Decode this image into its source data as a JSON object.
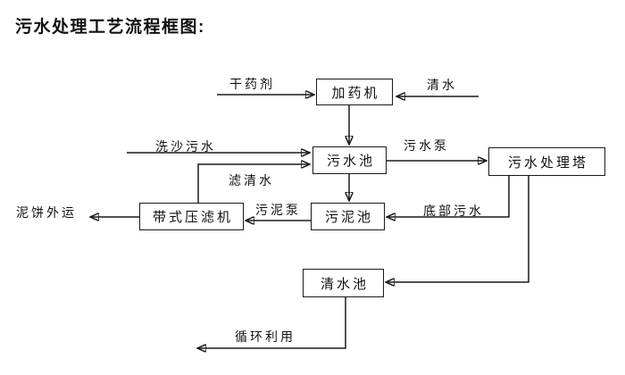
{
  "title": "污水处理工艺流程框图:",
  "nodes": {
    "dosing_machine": "加药机",
    "sewage_pool": "污水池",
    "treatment_tower": "污水处理塔",
    "sludge_pool": "污泥池",
    "belt_filter_press": "带式压滤机",
    "clean_water_pool": "清水池"
  },
  "flows": {
    "dry_agent": "干药剂",
    "clean_water": "清水",
    "sand_washing_sewage": "洗沙污水",
    "sewage_pump": "污水泵",
    "filtered_water": "滤清水",
    "sludge_pump": "污泥泵",
    "bottom_sewage": "底部污水",
    "mud_cake_out": "泥饼外运",
    "recycle_use": "循环利用"
  },
  "colors": {
    "line": "#1a1a1a",
    "background": "#ffffff"
  }
}
